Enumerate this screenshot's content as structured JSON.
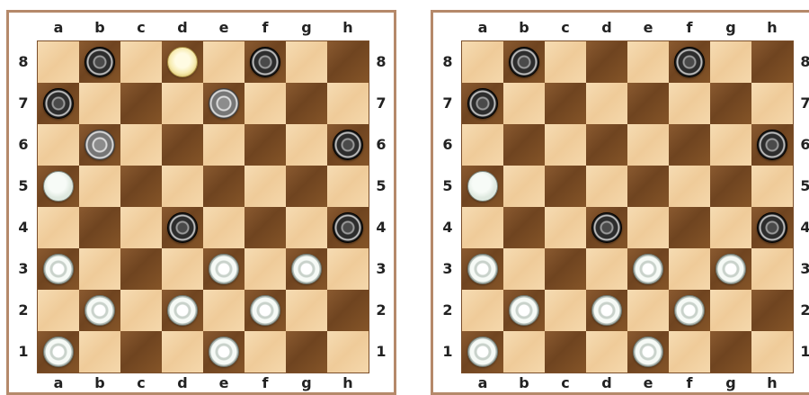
{
  "files": [
    "a",
    "b",
    "c",
    "d",
    "e",
    "f",
    "g",
    "h"
  ],
  "ranks": [
    "8",
    "7",
    "6",
    "5",
    "4",
    "3",
    "2",
    "1"
  ],
  "colors": {
    "frame": "#b5896a",
    "light_square": "#f2d2a2",
    "dark_square": "#7a4a24",
    "white_piece": "#f4f8f4",
    "black_piece": "#1b1b1b",
    "grey_piece": "#8c8c8c",
    "highlight_piece": "#f7ebb0"
  },
  "piece_legend": {
    "w": "white-checker",
    "wk": "white-checker-plain",
    "b": "black-checker",
    "g": "grey-checker",
    "y": "highlighted-checker"
  },
  "boards": [
    {
      "name": "left-board",
      "pieces": [
        {
          "sq": "b8",
          "kind": "b"
        },
        {
          "sq": "d8",
          "kind": "y"
        },
        {
          "sq": "f8",
          "kind": "b"
        },
        {
          "sq": "a7",
          "kind": "b"
        },
        {
          "sq": "e7",
          "kind": "g"
        },
        {
          "sq": "b6",
          "kind": "g"
        },
        {
          "sq": "h6",
          "kind": "b"
        },
        {
          "sq": "a5",
          "kind": "wk"
        },
        {
          "sq": "d4",
          "kind": "b"
        },
        {
          "sq": "h4",
          "kind": "b"
        },
        {
          "sq": "a3",
          "kind": "w"
        },
        {
          "sq": "e3",
          "kind": "w"
        },
        {
          "sq": "g3",
          "kind": "w"
        },
        {
          "sq": "b2",
          "kind": "w"
        },
        {
          "sq": "d2",
          "kind": "w"
        },
        {
          "sq": "f2",
          "kind": "w"
        },
        {
          "sq": "a1",
          "kind": "w"
        },
        {
          "sq": "e1",
          "kind": "w"
        }
      ]
    },
    {
      "name": "right-board",
      "pieces": [
        {
          "sq": "b8",
          "kind": "b"
        },
        {
          "sq": "f8",
          "kind": "b"
        },
        {
          "sq": "a7",
          "kind": "b"
        },
        {
          "sq": "h6",
          "kind": "b"
        },
        {
          "sq": "a5",
          "kind": "wk"
        },
        {
          "sq": "d4",
          "kind": "b"
        },
        {
          "sq": "h4",
          "kind": "b"
        },
        {
          "sq": "a3",
          "kind": "w"
        },
        {
          "sq": "e3",
          "kind": "w"
        },
        {
          "sq": "g3",
          "kind": "w"
        },
        {
          "sq": "b2",
          "kind": "w"
        },
        {
          "sq": "d2",
          "kind": "w"
        },
        {
          "sq": "f2",
          "kind": "w"
        },
        {
          "sq": "a1",
          "kind": "w"
        },
        {
          "sq": "e1",
          "kind": "w"
        }
      ]
    }
  ]
}
